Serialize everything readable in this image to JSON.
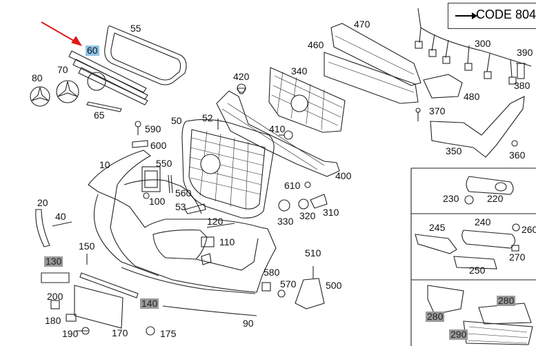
{
  "diagram": {
    "code_label": "CODE 804",
    "callouts": [
      {
        "id": "p55",
        "text": "55",
        "style": "plain"
      },
      {
        "id": "p60",
        "text": "60",
        "style": "highlight"
      },
      {
        "id": "p70",
        "text": "70",
        "style": "plain"
      },
      {
        "id": "p80",
        "text": "80",
        "style": "plain"
      },
      {
        "id": "p65",
        "text": "65",
        "style": "plain"
      },
      {
        "id": "p590",
        "text": "590",
        "style": "plain"
      },
      {
        "id": "p600",
        "text": "600",
        "style": "plain"
      },
      {
        "id": "p10",
        "text": "10",
        "style": "plain"
      },
      {
        "id": "p550",
        "text": "550",
        "style": "plain"
      },
      {
        "id": "p560",
        "text": "560",
        "style": "plain"
      },
      {
        "id": "p100",
        "text": "100",
        "style": "plain"
      },
      {
        "id": "p53",
        "text": "53",
        "style": "plain"
      },
      {
        "id": "p50",
        "text": "50",
        "style": "plain"
      },
      {
        "id": "p52",
        "text": "52",
        "style": "plain"
      },
      {
        "id": "p420",
        "text": "420",
        "style": "plain"
      },
      {
        "id": "p340",
        "text": "340",
        "style": "plain"
      },
      {
        "id": "p410",
        "text": "410",
        "style": "plain"
      },
      {
        "id": "p460",
        "text": "460",
        "style": "plain"
      },
      {
        "id": "p470",
        "text": "470",
        "style": "plain"
      },
      {
        "id": "p300",
        "text": "300",
        "style": "plain"
      },
      {
        "id": "p390",
        "text": "390",
        "style": "plain"
      },
      {
        "id": "p380",
        "text": "380",
        "style": "plain"
      },
      {
        "id": "p480",
        "text": "480",
        "style": "plain"
      },
      {
        "id": "p370",
        "text": "370",
        "style": "plain"
      },
      {
        "id": "p350",
        "text": "350",
        "style": "plain"
      },
      {
        "id": "p360",
        "text": "360",
        "style": "plain"
      },
      {
        "id": "p400",
        "text": "400",
        "style": "plain"
      },
      {
        "id": "p610",
        "text": "610",
        "style": "plain"
      },
      {
        "id": "p330",
        "text": "330",
        "style": "plain"
      },
      {
        "id": "p320",
        "text": "320",
        "style": "plain"
      },
      {
        "id": "p310",
        "text": "310",
        "style": "plain"
      },
      {
        "id": "p20",
        "text": "20",
        "style": "plain"
      },
      {
        "id": "p40",
        "text": "40",
        "style": "plain"
      },
      {
        "id": "p120",
        "text": "120",
        "style": "plain"
      },
      {
        "id": "p110",
        "text": "110",
        "style": "plain"
      },
      {
        "id": "p150",
        "text": "150",
        "style": "plain"
      },
      {
        "id": "p130",
        "text": "130",
        "style": "gray"
      },
      {
        "id": "p140",
        "text": "140",
        "style": "gray"
      },
      {
        "id": "p200",
        "text": "200",
        "style": "plain"
      },
      {
        "id": "p180",
        "text": "180",
        "style": "plain"
      },
      {
        "id": "p190",
        "text": "190",
        "style": "plain"
      },
      {
        "id": "p170",
        "text": "170",
        "style": "plain"
      },
      {
        "id": "p175",
        "text": "175",
        "style": "plain"
      },
      {
        "id": "p90",
        "text": "90",
        "style": "plain"
      },
      {
        "id": "p510",
        "text": "510",
        "style": "plain"
      },
      {
        "id": "p580",
        "text": "580",
        "style": "plain"
      },
      {
        "id": "p570",
        "text": "570",
        "style": "plain"
      },
      {
        "id": "p500",
        "text": "500",
        "style": "plain"
      },
      {
        "id": "p230",
        "text": "230",
        "style": "plain"
      },
      {
        "id": "p220",
        "text": "220",
        "style": "plain"
      },
      {
        "id": "p245",
        "text": "245",
        "style": "plain"
      },
      {
        "id": "p240",
        "text": "240",
        "style": "plain"
      },
      {
        "id": "p260",
        "text": "260",
        "style": "plain"
      },
      {
        "id": "p270",
        "text": "270",
        "style": "plain"
      },
      {
        "id": "p250",
        "text": "250",
        "style": "plain"
      },
      {
        "id": "p280a",
        "text": "280",
        "style": "gray"
      },
      {
        "id": "p280b",
        "text": "280",
        "style": "gray"
      },
      {
        "id": "p290",
        "text": "290",
        "style": "gray"
      }
    ],
    "colors": {
      "highlight": "#8ec5e6",
      "gray_tag": "#9a9a9a",
      "pointer_arrow": "#e0191b",
      "line": "#222222"
    }
  }
}
